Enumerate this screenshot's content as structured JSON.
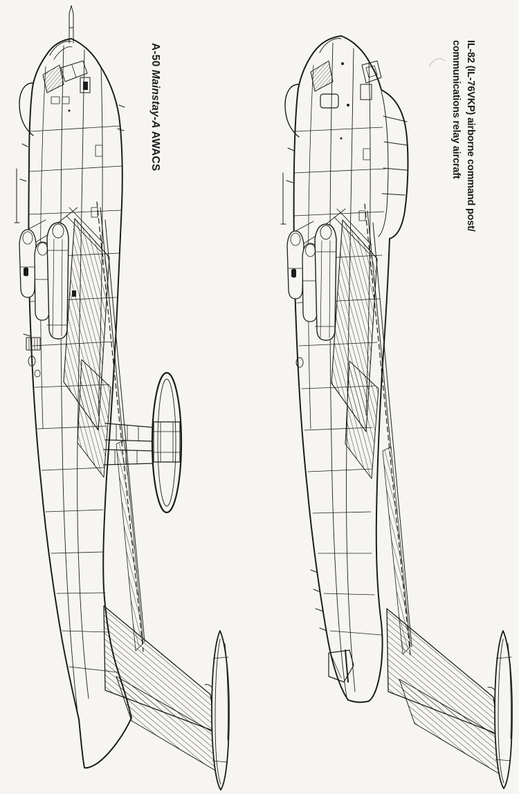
{
  "page": {
    "paper_color": "#f6f5f1",
    "ink_color": "#1c1c1c",
    "faint_color": "#c9c5bd"
  },
  "captions": {
    "a50": {
      "prefix": "A-50 ",
      "designation_italic": "Mainstay-A",
      "suffix": " AWACS"
    },
    "il82": {
      "line1": "IL-82 (IL-76VKP) airborne command post/",
      "line2": "communications relay aircraft"
    }
  }
}
